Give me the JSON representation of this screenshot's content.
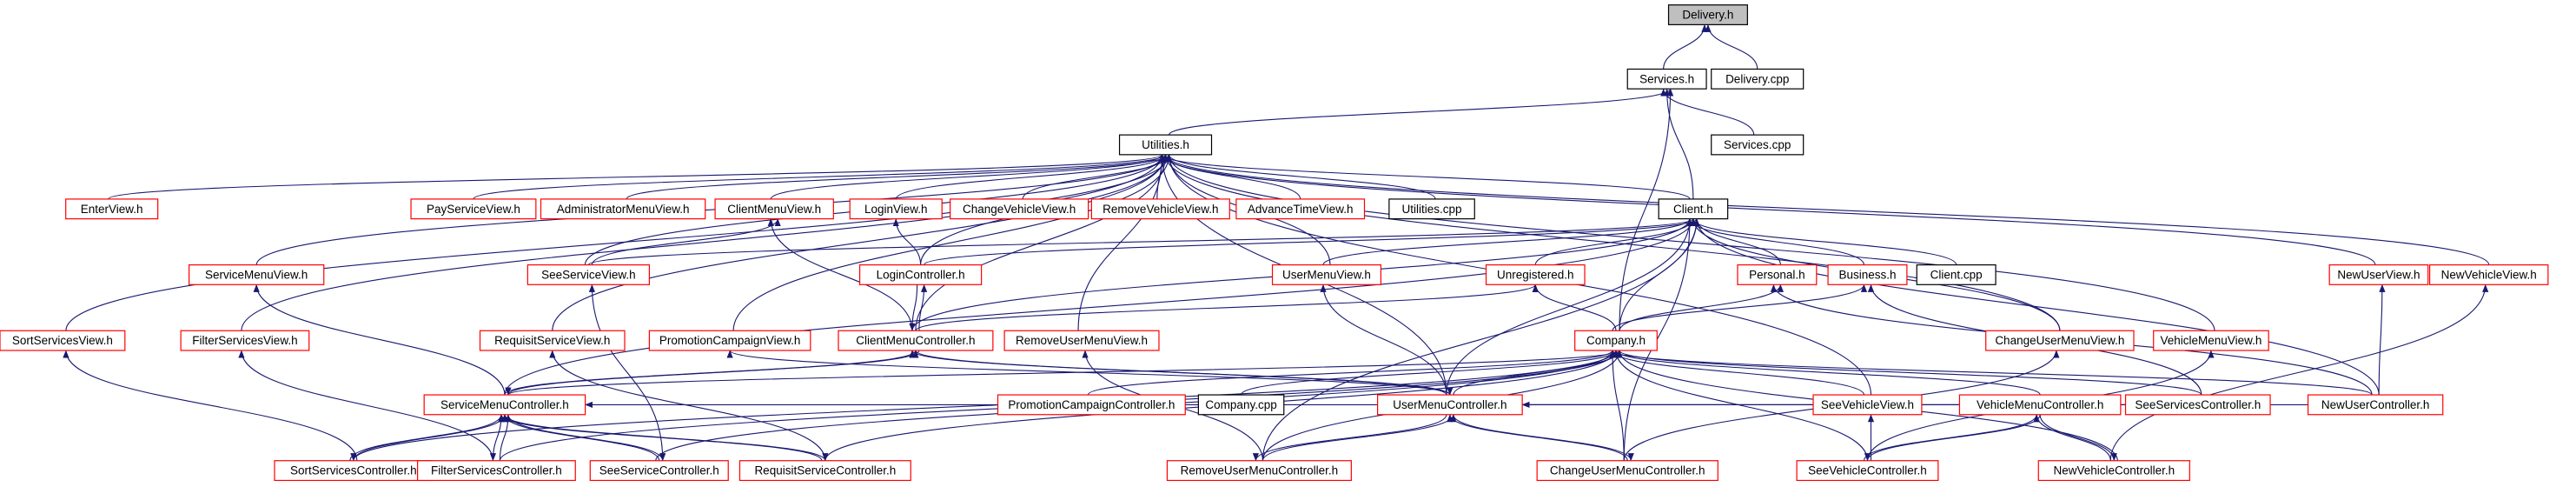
{
  "diagram": {
    "colors": {
      "edge": "#191970",
      "root_fill": "#bfbfbf",
      "normal_border": "#000000",
      "truncated_border": "#ff0000",
      "text": "#000000"
    },
    "nodes": {
      "delivery_h": {
        "label": "Delivery.h",
        "style": "root"
      },
      "services_h": {
        "label": "Services.h",
        "style": "normal"
      },
      "delivery_cpp": {
        "label": "Delivery.cpp",
        "style": "normal"
      },
      "services_cpp": {
        "label": "Services.cpp",
        "style": "normal"
      },
      "utilities_h": {
        "label": "Utilities.h",
        "style": "normal"
      },
      "enterview_h": {
        "label": "EnterView.h",
        "style": "truncated"
      },
      "payserviceview_h": {
        "label": "PayServiceView.h",
        "style": "truncated"
      },
      "adminmenuview_h": {
        "label": "AdministratorMenuView.h",
        "style": "truncated"
      },
      "clientmenuview_h": {
        "label": "ClientMenuView.h",
        "style": "truncated"
      },
      "loginview_h": {
        "label": "LoginView.h",
        "style": "truncated"
      },
      "changevehicleview_h": {
        "label": "ChangeVehicleView.h",
        "style": "truncated"
      },
      "removevehicleview_h": {
        "label": "RemoveVehicleView.h",
        "style": "truncated"
      },
      "advancetimeview_h": {
        "label": "AdvanceTimeView.h",
        "style": "truncated"
      },
      "utilities_cpp": {
        "label": "Utilities.cpp",
        "style": "normal"
      },
      "client_h": {
        "label": "Client.h",
        "style": "normal"
      },
      "servicemenuview_h": {
        "label": "ServiceMenuView.h",
        "style": "truncated"
      },
      "seeserviceview_h": {
        "label": "SeeServiceView.h",
        "style": "truncated"
      },
      "logincontroller_h": {
        "label": "LoginController.h",
        "style": "truncated"
      },
      "usermenuview_h": {
        "label": "UserMenuView.h",
        "style": "truncated"
      },
      "unregistered_h": {
        "label": "Unregistered.h",
        "style": "truncated"
      },
      "personal_h": {
        "label": "Personal.h",
        "style": "truncated"
      },
      "business_h": {
        "label": "Business.h",
        "style": "truncated"
      },
      "client_cpp": {
        "label": "Client.cpp",
        "style": "normal"
      },
      "newuserview_h": {
        "label": "NewUserView.h",
        "style": "truncated"
      },
      "newvehicleview_h": {
        "label": "NewVehicleView.h",
        "style": "truncated"
      },
      "sortservicesview_h": {
        "label": "SortServicesView.h",
        "style": "truncated"
      },
      "filterservicesview_h": {
        "label": "FilterServicesView.h",
        "style": "truncated"
      },
      "requisitserviceview_h": {
        "label": "RequisitServiceView.h",
        "style": "truncated"
      },
      "promotioncampaignview_h": {
        "label": "PromotionCampaignView.h",
        "style": "truncated"
      },
      "clientmenucontroller_h": {
        "label": "ClientMenuController.h",
        "style": "truncated"
      },
      "removeusermenuview_h": {
        "label": "RemoveUserMenuView.h",
        "style": "truncated"
      },
      "company_h": {
        "label": "Company.h",
        "style": "truncated"
      },
      "changeusermenuview_h": {
        "label": "ChangeUserMenuView.h",
        "style": "truncated"
      },
      "vehiclemenuview_h": {
        "label": "VehicleMenuView.h",
        "style": "truncated"
      },
      "servicemenucontroller_h": {
        "label": "ServiceMenuController.h",
        "style": "truncated"
      },
      "promotioncampaigncontroller_h": {
        "label": "PromotionCampaignController.h",
        "style": "truncated"
      },
      "company_cpp": {
        "label": "Company.cpp",
        "style": "normal"
      },
      "usermenucontroller_h": {
        "label": "UserMenuController.h",
        "style": "truncated"
      },
      "seevehicleview_h": {
        "label": "SeeVehicleView.h",
        "style": "truncated"
      },
      "vehiclemenucontroller_h": {
        "label": "VehicleMenuController.h",
        "style": "truncated"
      },
      "seeservicescontroller_h": {
        "label": "SeeServicesController.h",
        "style": "truncated"
      },
      "newusercontroller_h": {
        "label": "NewUserController.h",
        "style": "truncated"
      },
      "sortservicescontroller_h": {
        "label": "SortServicesController.h",
        "style": "truncated"
      },
      "filterservicescontroller_h": {
        "label": "FilterServicesController.h",
        "style": "truncated"
      },
      "seeservicecontroller_h": {
        "label": "SeeServiceController.h",
        "style": "truncated"
      },
      "requisitservicecontroller_h": {
        "label": "RequisitServiceController.h",
        "style": "truncated"
      },
      "removeusermenucontroller_h": {
        "label": "RemoveUserMenuController.h",
        "style": "truncated"
      },
      "changeusermenucontroller_h": {
        "label": "ChangeUserMenuController.h",
        "style": "truncated"
      },
      "seevehiclecontroller_h": {
        "label": "SeeVehicleController.h",
        "style": "truncated"
      },
      "newvehiclecontroller_h": {
        "label": "NewVehicleController.h",
        "style": "truncated"
      }
    },
    "edges": [
      [
        "services_h",
        "delivery_h"
      ],
      [
        "delivery_cpp",
        "delivery_h"
      ],
      [
        "utilities_h",
        "services_h"
      ],
      [
        "services_cpp",
        "services_h"
      ],
      [
        "client_h",
        "services_h"
      ],
      [
        "company_h",
        "services_h"
      ],
      [
        "enterview_h",
        "utilities_h"
      ],
      [
        "payserviceview_h",
        "utilities_h"
      ],
      [
        "adminmenuview_h",
        "utilities_h"
      ],
      [
        "clientmenuview_h",
        "utilities_h"
      ],
      [
        "loginview_h",
        "utilities_h"
      ],
      [
        "changevehicleview_h",
        "utilities_h"
      ],
      [
        "removevehicleview_h",
        "utilities_h"
      ],
      [
        "advancetimeview_h",
        "utilities_h"
      ],
      [
        "utilities_cpp",
        "utilities_h"
      ],
      [
        "client_h",
        "utilities_h"
      ],
      [
        "servicemenuview_h",
        "utilities_h"
      ],
      [
        "sortservicesview_h",
        "utilities_h"
      ],
      [
        "filterservicesview_h",
        "utilities_h"
      ],
      [
        "requisitserviceview_h",
        "utilities_h"
      ],
      [
        "promotioncampaignview_h",
        "utilities_h"
      ],
      [
        "seeserviceview_h",
        "utilities_h"
      ],
      [
        "logincontroller_h",
        "utilities_h"
      ],
      [
        "usermenuview_h",
        "utilities_h"
      ],
      [
        "removeusermenuview_h",
        "utilities_h"
      ],
      [
        "changeusermenuview_h",
        "utilities_h"
      ],
      [
        "vehiclemenuview_h",
        "utilities_h"
      ],
      [
        "newuserview_h",
        "utilities_h"
      ],
      [
        "newvehicleview_h",
        "utilities_h"
      ],
      [
        "seevehicleview_h",
        "utilities_h"
      ],
      [
        "usermenucontroller_h",
        "utilities_h"
      ],
      [
        "clientmenucontroller_h",
        "utilities_h"
      ],
      [
        "seeserviceview_h",
        "clientmenuview_h"
      ],
      [
        "clientmenucontroller_h",
        "clientmenuview_h"
      ],
      [
        "logincontroller_h",
        "loginview_h"
      ],
      [
        "clientmenucontroller_h",
        "logincontroller_h"
      ],
      [
        "logincontroller_h",
        "clientmenucontroller_h"
      ],
      [
        "unregistered_h",
        "client_h"
      ],
      [
        "personal_h",
        "client_h"
      ],
      [
        "business_h",
        "client_h"
      ],
      [
        "client_cpp",
        "client_h"
      ],
      [
        "company_h",
        "client_h"
      ],
      [
        "usermenuview_h",
        "client_h"
      ],
      [
        "seeserviceview_h",
        "client_h"
      ],
      [
        "logincontroller_h",
        "client_h"
      ],
      [
        "clientmenucontroller_h",
        "client_h"
      ],
      [
        "servicemenucontroller_h",
        "client_h"
      ],
      [
        "removeusermenucontroller_h",
        "client_h"
      ],
      [
        "changeusermenucontroller_h",
        "client_h"
      ],
      [
        "changeusermenuview_h",
        "client_h"
      ],
      [
        "newusercontroller_h",
        "client_h"
      ],
      [
        "usermenucontroller_h",
        "client_h"
      ],
      [
        "company_h",
        "unregistered_h"
      ],
      [
        "company_h",
        "personal_h"
      ],
      [
        "company_h",
        "business_h"
      ],
      [
        "clientmenucontroller_h",
        "unregistered_h"
      ],
      [
        "seeservicescontroller_h",
        "business_h"
      ],
      [
        "newusercontroller_h",
        "personal_h"
      ],
      [
        "servicemenucontroller_h",
        "servicemenuview_h"
      ],
      [
        "sortservicescontroller_h",
        "sortservicesview_h"
      ],
      [
        "filterservicescontroller_h",
        "filterservicesview_h"
      ],
      [
        "requisitservicecontroller_h",
        "requisitserviceview_h"
      ],
      [
        "seeservicecontroller_h",
        "seeserviceview_h"
      ],
      [
        "usermenucontroller_h",
        "usermenuview_h"
      ],
      [
        "usermenucontroller_h",
        "promotioncampaignview_h"
      ],
      [
        "removeusermenucontroller_h",
        "removeusermenuview_h"
      ],
      [
        "changeusermenucontroller_h",
        "changeusermenuview_h"
      ],
      [
        "seevehiclecontroller_h",
        "vehiclemenuview_h"
      ],
      [
        "newusercontroller_h",
        "newuserview_h"
      ],
      [
        "newvehiclecontroller_h",
        "newvehicleview_h"
      ],
      [
        "servicemenucontroller_h",
        "clientmenucontroller_h"
      ],
      [
        "clientmenucontroller_h",
        "servicemenucontroller_h"
      ],
      [
        "usermenucontroller_h",
        "clientmenucontroller_h"
      ],
      [
        "clientmenucontroller_h",
        "usermenucontroller_h"
      ],
      [
        "servicemenucontroller_h",
        "company_h"
      ],
      [
        "promotioncampaigncontroller_h",
        "company_h"
      ],
      [
        "company_cpp",
        "company_h"
      ],
      [
        "usermenucontroller_h",
        "company_h"
      ],
      [
        "seevehicleview_h",
        "company_h"
      ],
      [
        "vehiclemenucontroller_h",
        "company_h"
      ],
      [
        "seeservicescontroller_h",
        "company_h"
      ],
      [
        "newusercontroller_h",
        "company_h"
      ],
      [
        "sortservicescontroller_h",
        "company_h"
      ],
      [
        "filterservicescontroller_h",
        "company_h"
      ],
      [
        "seeservicecontroller_h",
        "company_h"
      ],
      [
        "requisitservicecontroller_h",
        "company_h"
      ],
      [
        "removeusermenucontroller_h",
        "company_h"
      ],
      [
        "changeusermenucontroller_h",
        "company_h"
      ],
      [
        "seevehiclecontroller_h",
        "company_h"
      ],
      [
        "newvehiclecontroller_h",
        "company_h"
      ],
      [
        "sortservicescontroller_h",
        "servicemenucontroller_h"
      ],
      [
        "servicemenucontroller_h",
        "sortservicescontroller_h"
      ],
      [
        "filterservicescontroller_h",
        "servicemenucontroller_h"
      ],
      [
        "servicemenucontroller_h",
        "filterservicescontroller_h"
      ],
      [
        "seeservicecontroller_h",
        "servicemenucontroller_h"
      ],
      [
        "servicemenucontroller_h",
        "seeservicecontroller_h"
      ],
      [
        "requisitservicecontroller_h",
        "servicemenucontroller_h"
      ],
      [
        "servicemenucontroller_h",
        "requisitservicecontroller_h"
      ],
      [
        "removeusermenucontroller_h",
        "usermenucontroller_h"
      ],
      [
        "usermenucontroller_h",
        "removeusermenucontroller_h"
      ],
      [
        "changeusermenucontroller_h",
        "usermenucontroller_h"
      ],
      [
        "usermenucontroller_h",
        "changeusermenucontroller_h"
      ],
      [
        "seevehiclecontroller_h",
        "vehiclemenucontroller_h"
      ],
      [
        "vehiclemenucontroller_h",
        "seevehiclecontroller_h"
      ],
      [
        "seevehiclecontroller_h",
        "seevehicleview_h"
      ],
      [
        "newvehiclecontroller_h",
        "vehiclemenucontroller_h"
      ],
      [
        "vehiclemenucontroller_h",
        "newvehiclecontroller_h"
      ],
      [
        "newusercontroller_h",
        "usermenucontroller_h"
      ],
      [
        "seeservicescontroller_h",
        "usermenucontroller_h"
      ],
      [
        "seeservicescontroller_h",
        "servicemenucontroller_h"
      ]
    ]
  }
}
